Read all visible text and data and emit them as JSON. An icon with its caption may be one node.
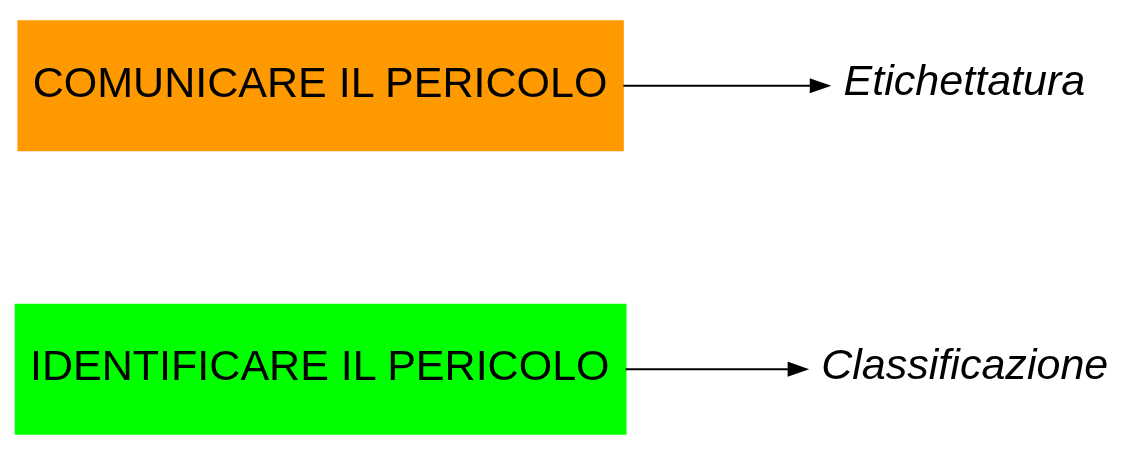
{
  "diagram": {
    "nodes": [
      {
        "text": [
          "IDENTIFICARE IL PERICOLO"
        ]
      },
      {
        "text": [
          "Classificazione"
        ]
      },
      {
        "text": [
          "COMUNICARE IL PERICOLO"
        ]
      },
      {
        "text": [
          "Etichettatura"
        ]
      }
    ],
    "edges": [
      {
        "from": 0,
        "to": 1,
        "arrow": "to"
      },
      {
        "from": 2,
        "to": 3,
        "arrow": "to"
      }
    ]
  }
}
